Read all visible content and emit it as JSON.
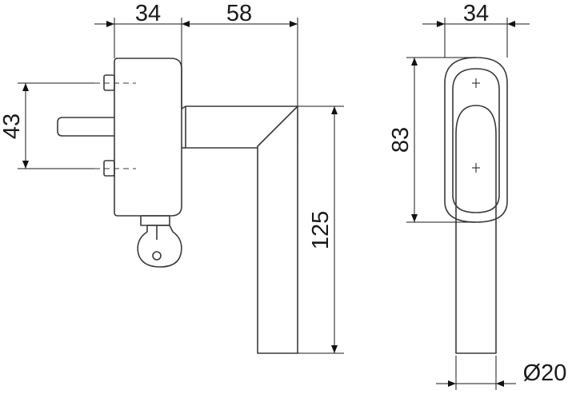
{
  "dimensions": {
    "side_width": "34",
    "handle_projection": "58",
    "front_width": "34",
    "spindle_spacing": "43",
    "total_length": "125",
    "screw_spacing": "83",
    "rose_diameter": "Ø20"
  }
}
